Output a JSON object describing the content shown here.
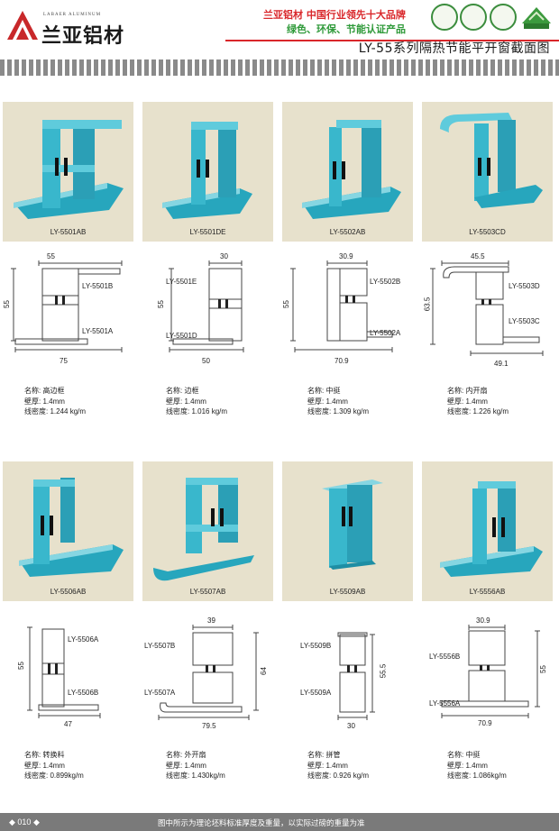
{
  "header": {
    "logo_text": "兰亚铝材",
    "logo_latin": "LABAER ALUMINUM",
    "slogan_line1": "兰亚铝材  中国行业领先十大品牌",
    "slogan_line2": "绿色、环保、节能认证产品",
    "page_title": "LY-55系列隔热节能平开窗截面图",
    "colors": {
      "brand_red": "#d9262a",
      "eco_green": "#2f9a3a"
    }
  },
  "products": [
    {
      "image_label": "LY-5501AB",
      "drawing_labels": [
        "LY-5501B",
        "LY-5501A"
      ],
      "dims": [
        "55",
        "55",
        "75"
      ],
      "name_label": "名称:",
      "name": "高边框",
      "wall_label": "壁厚:",
      "wall": "1.4mm",
      "density_label": "线密度:",
      "density": "1.244 kg/m"
    },
    {
      "image_label": "LY-5501DE",
      "drawing_labels": [
        "LY-5501E",
        "LY-5501D"
      ],
      "dims": [
        "30",
        "55",
        "50"
      ],
      "name_label": "名称:",
      "name": "边框",
      "wall_label": "壁厚:",
      "wall": "1.4mm",
      "density_label": "线密度:",
      "density": "1.016 kg/m"
    },
    {
      "image_label": "LY-5502AB",
      "drawing_labels": [
        "LY-5502B",
        "LY-5502A"
      ],
      "dims": [
        "30.9",
        "55",
        "70.9"
      ],
      "name_label": "名称:",
      "name": "中挺",
      "wall_label": "壁厚:",
      "wall": "1.4mm",
      "density_label": "线密度:",
      "density": "1.309 kg/m"
    },
    {
      "image_label": "LY-5503CD",
      "drawing_labels": [
        "LY-5503D",
        "LY-5503C"
      ],
      "dims": [
        "45.5",
        "63.5",
        "49.1"
      ],
      "name_label": "名称:",
      "name": "内开扇",
      "wall_label": "壁厚:",
      "wall": "1.4mm",
      "density_label": "线密度:",
      "density": "1.226 kg/m"
    },
    {
      "image_label": "LY-5506AB",
      "drawing_labels": [
        "LY-5506A",
        "LY-5506B"
      ],
      "dims": [
        "55",
        "47"
      ],
      "name_label": "名称:",
      "name": "转换料",
      "wall_label": "壁厚:",
      "wall": "1.4mm",
      "density_label": "线密度:",
      "density": "0.899kg/m"
    },
    {
      "image_label": "LY-5507AB",
      "drawing_labels": [
        "LY-5507B",
        "LY-5507A"
      ],
      "dims": [
        "39",
        "64",
        "79.5"
      ],
      "name_label": "名称:",
      "name": "外开扇",
      "wall_label": "壁厚:",
      "wall": "1.4mm",
      "density_label": "线密度:",
      "density": "1.430kg/m"
    },
    {
      "image_label": "LY-5509AB",
      "drawing_labels": [
        "LY-5509B",
        "LY-5509A"
      ],
      "dims": [
        "55.5",
        "30"
      ],
      "name_label": "名称:",
      "name": "拼管",
      "wall_label": "壁厚:",
      "wall": "1.4mm",
      "density_label": "线密度:",
      "density": "0.926 kg/m"
    },
    {
      "image_label": "LY-5556AB",
      "drawing_labels": [
        "LY-5556B",
        "LY-5556A"
      ],
      "dims": [
        "30.9",
        "55",
        "70.9"
      ],
      "name_label": "名称:",
      "name": "中挺",
      "wall_label": "壁厚:",
      "wall": "1.4mm",
      "density_label": "线密度:",
      "density": "1.086kg/m"
    }
  ],
  "footer": {
    "page_number": "◆ 010 ◆",
    "note": "图中所示为理论坯料标准厚度及重量，以实际过磅的重量为准"
  }
}
